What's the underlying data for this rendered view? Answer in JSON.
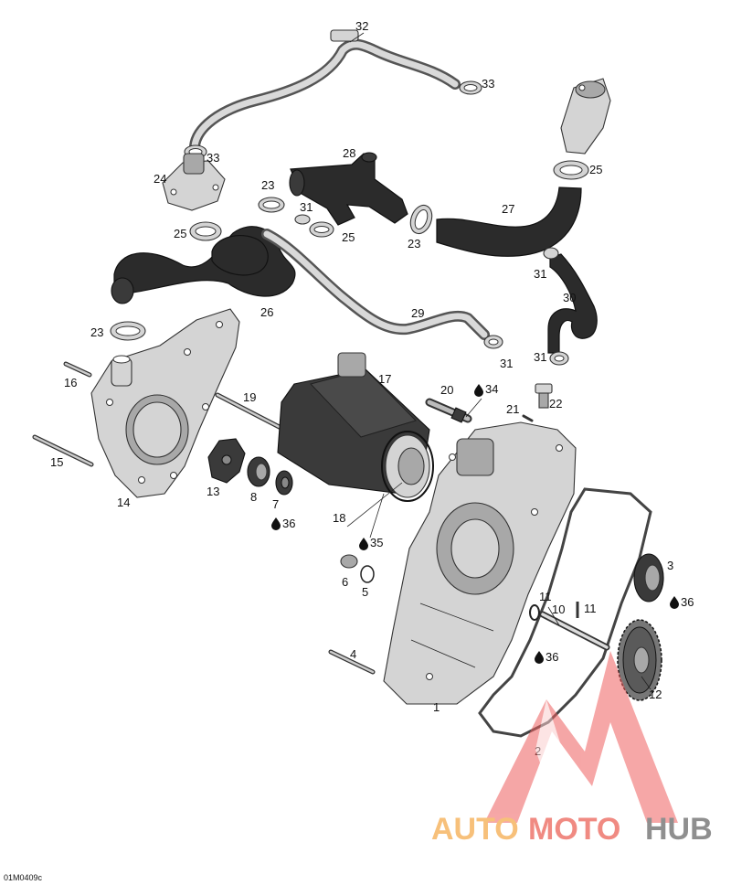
{
  "diagram": {
    "callouts": {
      "c1": "1",
      "c2": "2",
      "c3": "3",
      "c4": "4",
      "c5": "5",
      "c6": "6",
      "c7": "7",
      "c8": "8",
      "c10": "10",
      "c11a": "11",
      "c11b": "11",
      "c12": "12",
      "c13": "13",
      "c14": "14",
      "c15": "15",
      "c16": "16",
      "c17": "17",
      "c18": "18",
      "c19": "19",
      "c20": "20",
      "c21": "21",
      "c22": "22",
      "c23a": "23",
      "c23b": "23",
      "c23c": "23",
      "c24": "24",
      "c25a": "25",
      "c25b": "25",
      "c25c": "25",
      "c26": "26",
      "c27": "27",
      "c28": "28",
      "c29": "29",
      "c30": "30",
      "c31a": "31",
      "c31b": "31",
      "c31c": "31",
      "c31d": "31",
      "c32": "32",
      "c33a": "33",
      "c33b": "33",
      "c34": "34",
      "c35": "35",
      "c36a": "36",
      "c36b": "36",
      "c36c": "36"
    },
    "drawing_code": "01M0409c"
  },
  "watermark": {
    "text_auto": "AUTO",
    "text_moto": "MOTO",
    "text_hub": "HUB",
    "color_auto": "#f7c07a",
    "color_moto": "#f08a82",
    "color_hub": "#8f8f8f",
    "logo_color": "#ee5e5e"
  }
}
